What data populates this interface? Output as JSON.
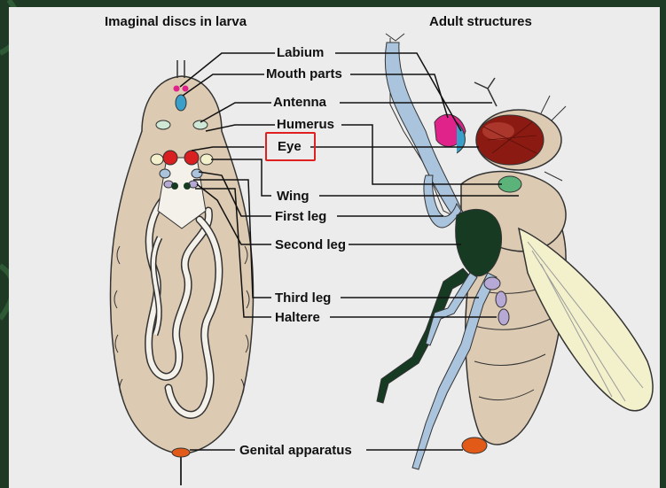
{
  "headers": {
    "left": "Imaginal discs in larva",
    "right": "Adult structures"
  },
  "labels": {
    "labium": "Labium",
    "mouth_parts": "Mouth parts",
    "antenna": "Antenna",
    "humerus": "Humerus",
    "eye": "Eye",
    "wing": "Wing",
    "first_leg": "First leg",
    "second_leg": "Second leg",
    "third_leg": "Third leg",
    "haltere": "Haltere",
    "genital": "Genital apparatus"
  },
  "highlight": {
    "target": "Eye",
    "color": "#e02020"
  },
  "colors": {
    "background": "#ececec",
    "frame": "#1f3a24",
    "larva_body": "#dccab2",
    "wing": "#f3f1cc",
    "legs_light": "#a9c4dc",
    "legs_dark": "#163a22",
    "eye": "#8b1b12",
    "mouth": "#e0238a",
    "humerus_disc": "#5bb37a",
    "haltere": "#b7a9d6",
    "genital": "#e25a17"
  }
}
